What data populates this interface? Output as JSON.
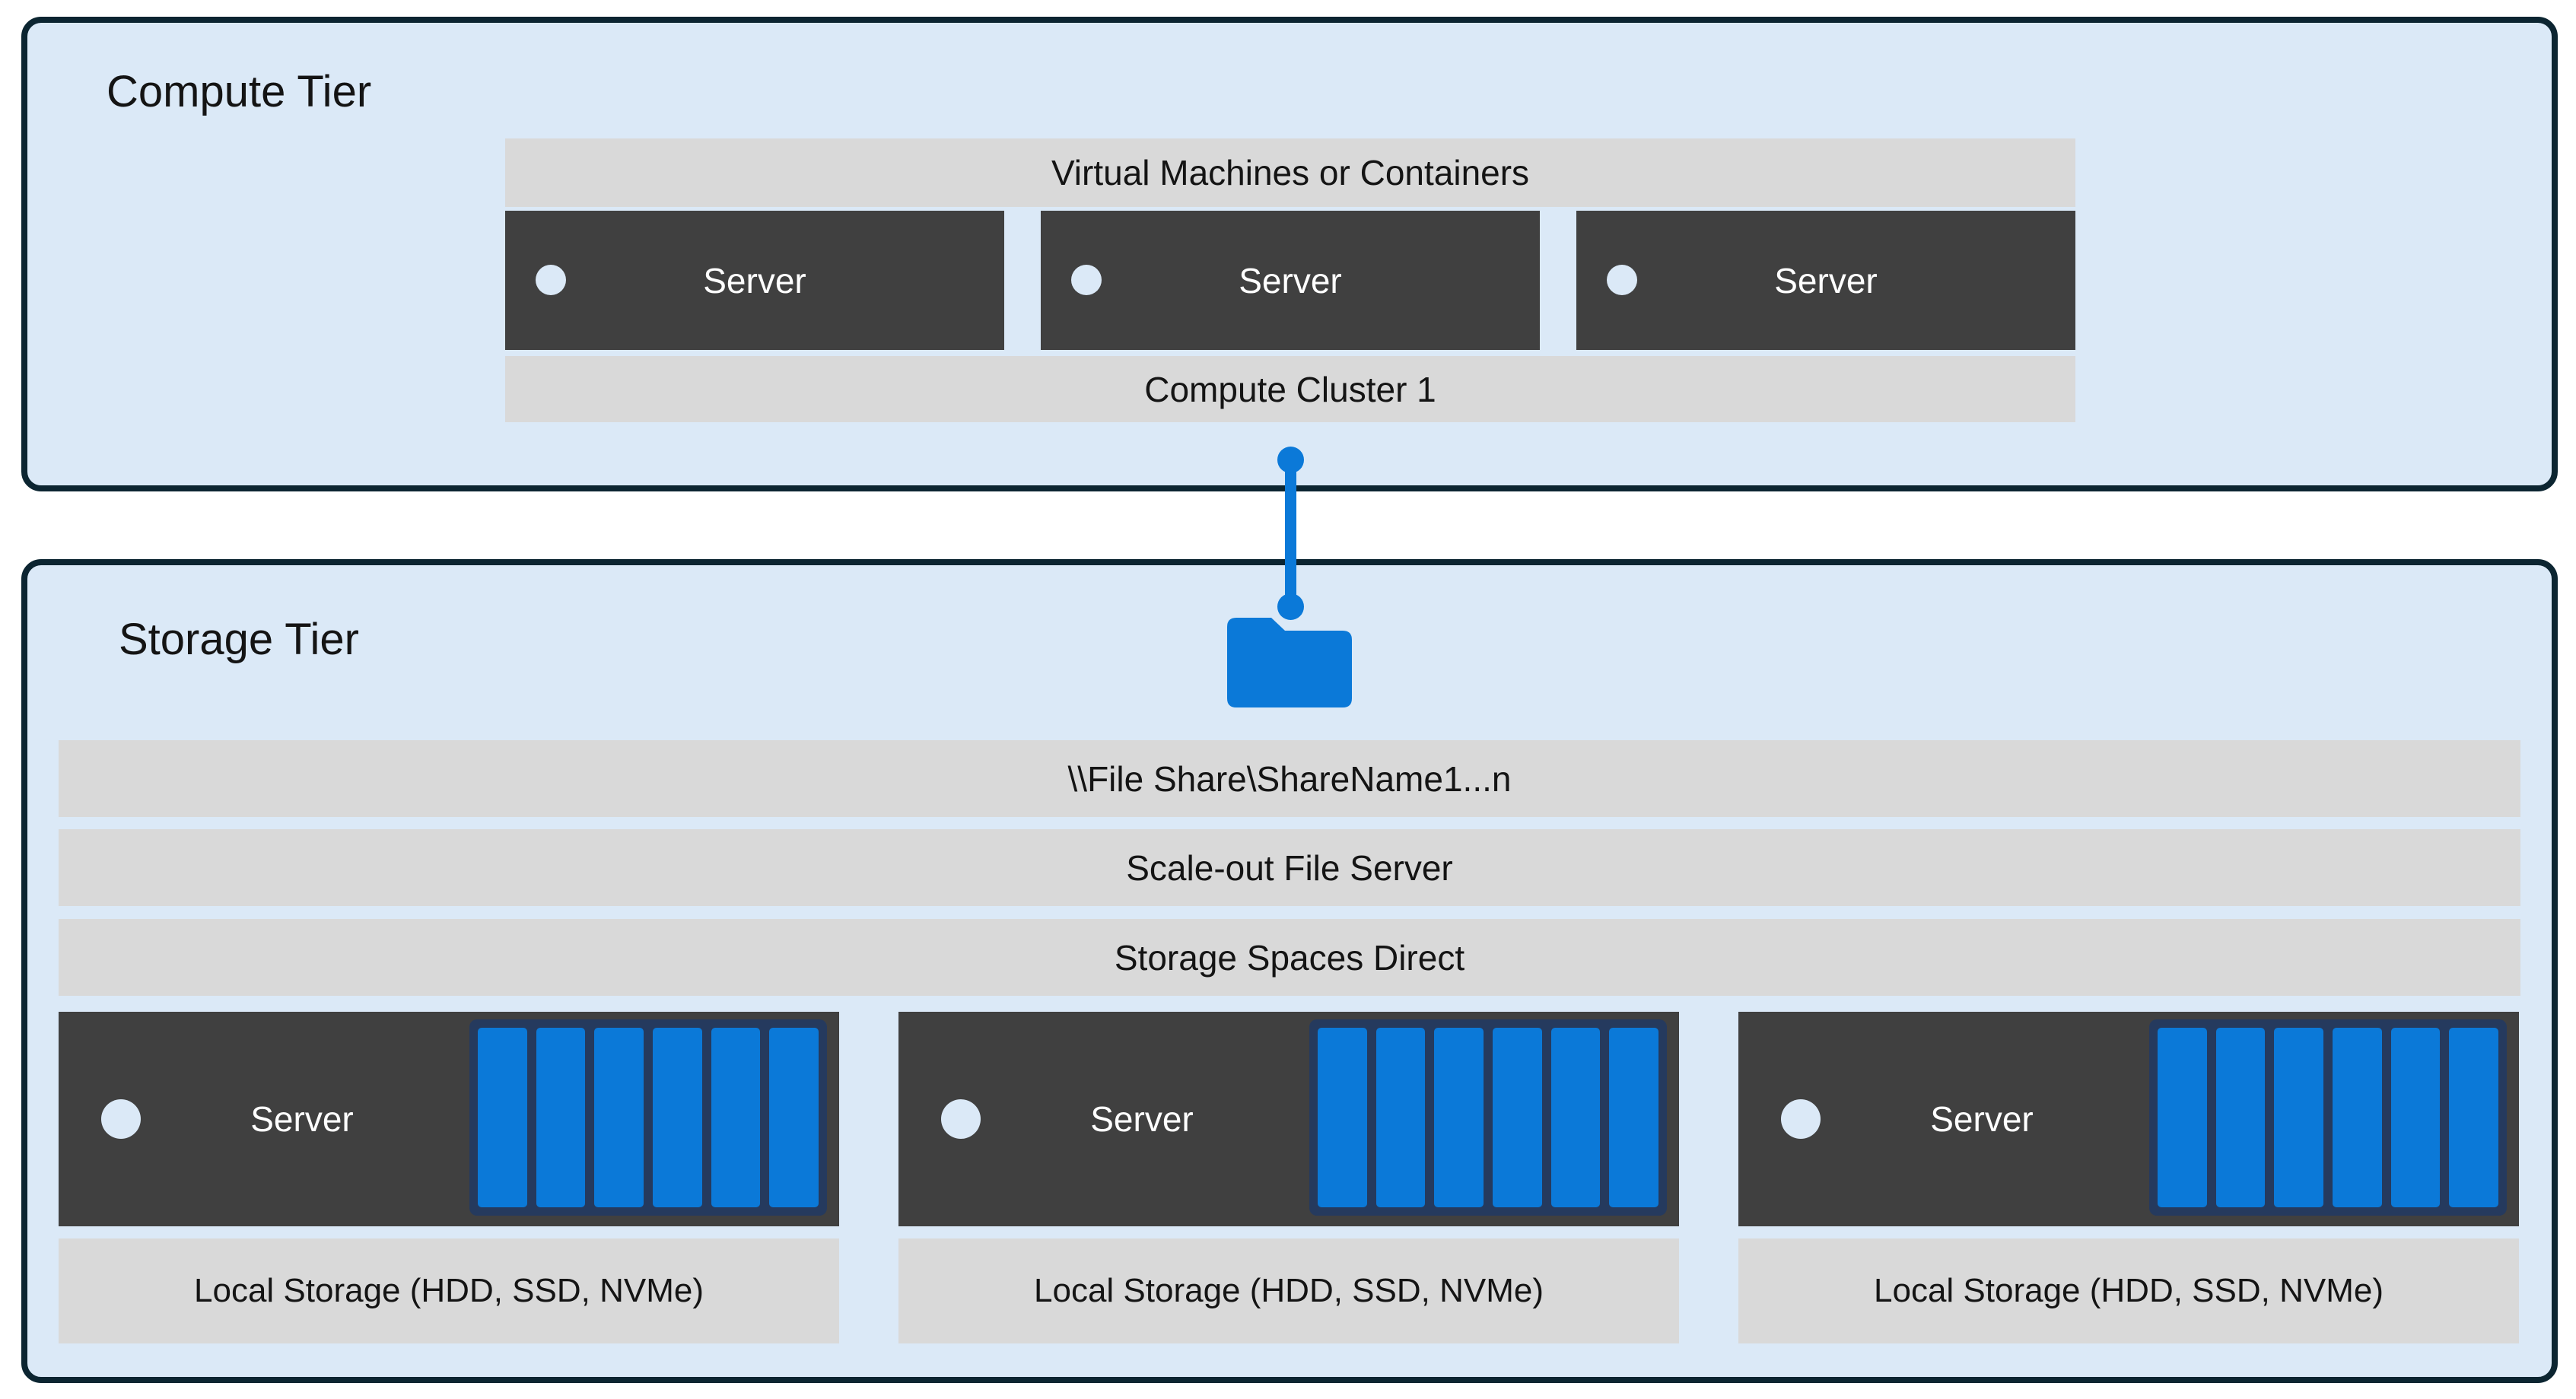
{
  "colors": {
    "tier_fill": "#dbe9f7",
    "tier_border": "#0c2531",
    "bar_fill": "#d9d9d9",
    "server_fill": "#404040",
    "accent_blue": "#0b79d8",
    "disk_frame_navy": "#253a5e",
    "text_dark": "#141414",
    "text_light": "#ffffff"
  },
  "compute_tier": {
    "title": "Compute Tier",
    "vm_bar_label": "Virtual Machines or Containers",
    "servers": [
      {
        "label": "Server"
      },
      {
        "label": "Server"
      },
      {
        "label": "Server"
      }
    ],
    "cluster_bar_label": "Compute Cluster 1"
  },
  "connector": {
    "style": "vertical line with round endpoints",
    "icon": "folder-icon"
  },
  "storage_tier": {
    "title": "Storage Tier",
    "bars": {
      "file_share": "\\\\File Share\\ShareName1...n",
      "scale_out_file_server": "Scale-out File Server",
      "storage_spaces_direct": "Storage Spaces Direct"
    },
    "nodes": [
      {
        "server_label": "Server",
        "disk_count": 6,
        "local_storage_label": "Local Storage (HDD, SSD, NVMe)"
      },
      {
        "server_label": "Server",
        "disk_count": 6,
        "local_storage_label": "Local Storage (HDD, SSD, NVMe)"
      },
      {
        "server_label": "Server",
        "disk_count": 6,
        "local_storage_label": "Local Storage (HDD, SSD, NVMe)"
      }
    ]
  }
}
